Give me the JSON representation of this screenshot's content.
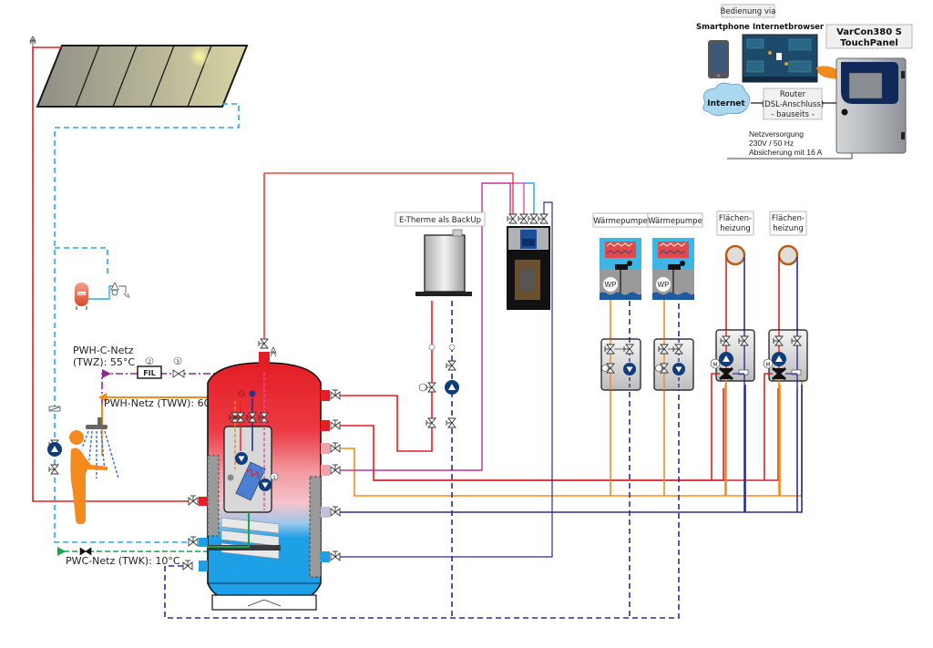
{
  "diagram": {
    "colors": {
      "hot": "#e31e24",
      "warm": "#f28a1e",
      "return": "#2b2f8f",
      "solar_cold": "#29a8e0",
      "circulation": "#8e2a8c",
      "magenta": "#e44fa8",
      "cold_water": "#16a34a",
      "tank_top": "#e31e24",
      "tank_bottom": "#1ea0e6"
    },
    "control": {
      "heading": "Bedienung via",
      "smartphone": "Smartphone",
      "browser": "Internetbrowser",
      "panel_title_1": "VarCon380 S",
      "panel_title_2": "TouchPanel",
      "internet": "Internet",
      "router_1": "Router",
      "router_2": "(DSL-Anschluss)",
      "router_3": "- bauseits -",
      "power_1": "Netzversorgung",
      "power_2": "230V / 50 Hz",
      "power_3": "Absicherung mit 16 A"
    },
    "labels": {
      "pwh_c_1": "PWH-C-Netz",
      "pwh_c_2": "(TWZ): 55°C",
      "pwh": "PWH-Netz (TWW): 60°C",
      "pwc": "PWC-Netz (TWK): 10°C",
      "filter": "FIL",
      "num_1": "1",
      "num_2": "2",
      "num_3": "3",
      "mag": "MAG",
      "etherme": "E-Therme als BackUp",
      "wp1": "Wärmepumpe",
      "wp2": "Wärmepumpe",
      "fh1_1": "Flächen-",
      "fh1_2": "heizung",
      "fh2_1": "Flächen-",
      "fh2_2": "heizung",
      "wp_badge": "WP",
      "motor": "M"
    }
  }
}
